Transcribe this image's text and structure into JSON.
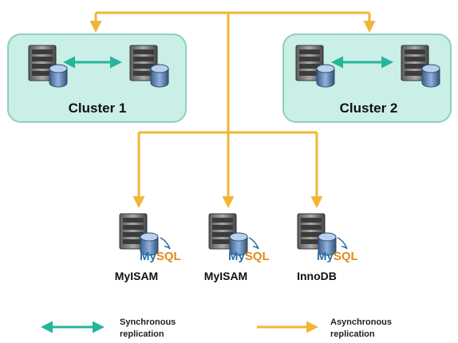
{
  "colors": {
    "async_arrow": "#f2b535",
    "sync_arrow": "#25b59a",
    "cluster_fill": "#c9efe6",
    "cluster_stroke": "#8fcfc0",
    "mysql_blue": "#2a6fa8",
    "mysql_orange": "#e08a1e"
  },
  "clusters": [
    {
      "label": "Cluster 1",
      "icons": [
        "server-icon",
        "database-icon"
      ]
    },
    {
      "label": "Cluster 2",
      "icons": [
        "server-icon",
        "database-icon"
      ]
    }
  ],
  "replicas": [
    {
      "logo_my": "My",
      "logo_sql": "SQL",
      "engine": "MyISAM"
    },
    {
      "logo_my": "My",
      "logo_sql": "SQL",
      "engine": "MyISAM"
    },
    {
      "logo_my": "My",
      "logo_sql": "SQL",
      "engine": "InnoDB"
    }
  ],
  "legend": {
    "sync": {
      "line1": "Synchronous",
      "line2": "replication"
    },
    "async": {
      "line1": "Asynchronous",
      "line2": "replication"
    }
  }
}
